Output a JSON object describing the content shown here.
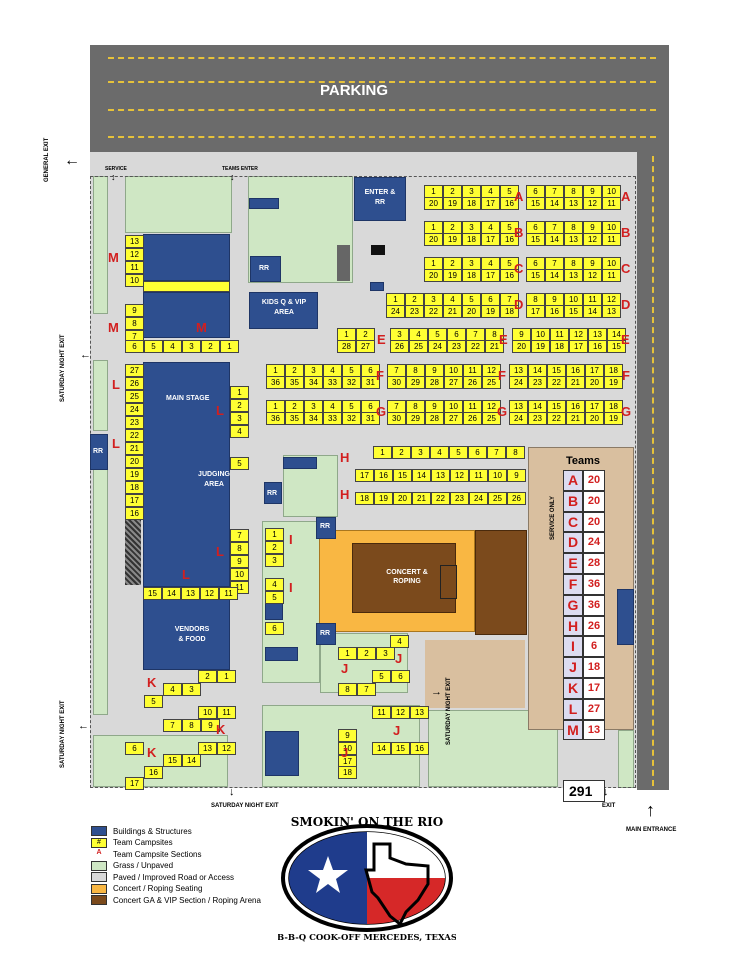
{
  "labels": {
    "parking": "PARKING",
    "general_exit": "GENERAL EXIT",
    "saturday_night_exit": "SATURDAY NIGHT EXIT",
    "service": "SERVICE",
    "teams_enter": "TEAMS ENTER",
    "enter_rr": "ENTER & RR",
    "rr": "RR",
    "kids_q": "KIDS Q & VIP AREA",
    "main_stage": "MAIN STAGE",
    "judging_area": "JUDGING AREA",
    "vendors_food": "VENDORS & FOOD",
    "concert_roping": "CONCERT & ROPING",
    "service_only": "SERVICE ONLY",
    "exit": "EXIT",
    "main_entrance": "MAIN ENTRANCE",
    "teams_header": "Teams",
    "total": "291"
  },
  "sections": {
    "A": {
      "left_top": [
        "1",
        "2",
        "3",
        "4",
        "5"
      ],
      "left_bottom": [
        "20",
        "19",
        "18",
        "17",
        "16"
      ],
      "right_top": [
        "6",
        "7",
        "8",
        "9",
        "10"
      ],
      "right_bottom": [
        "15",
        "14",
        "13",
        "12",
        "11"
      ]
    },
    "B": {
      "left_top": [
        "1",
        "2",
        "3",
        "4",
        "5"
      ],
      "left_bottom": [
        "20",
        "19",
        "18",
        "17",
        "16"
      ],
      "right_top": [
        "6",
        "7",
        "8",
        "9",
        "10"
      ],
      "right_bottom": [
        "15",
        "14",
        "13",
        "12",
        "11"
      ]
    },
    "C": {
      "left_top": [
        "1",
        "2",
        "3",
        "4",
        "5"
      ],
      "left_bottom": [
        "20",
        "19",
        "18",
        "17",
        "16"
      ],
      "right_top": [
        "6",
        "7",
        "8",
        "9",
        "10"
      ],
      "right_bottom": [
        "15",
        "14",
        "13",
        "12",
        "11"
      ]
    },
    "D": {
      "left_top": [
        "1",
        "2",
        "3",
        "4",
        "5",
        "6",
        "7"
      ],
      "left_bottom": [
        "24",
        "23",
        "22",
        "21",
        "20",
        "19",
        "18"
      ],
      "right_top": [
        "8",
        "9",
        "10",
        "11",
        "12"
      ],
      "right_bottom": [
        "17",
        "16",
        "15",
        "14",
        "13"
      ]
    },
    "E": {
      "a_top": [
        "1",
        "2"
      ],
      "a_bottom": [
        "28",
        "27"
      ],
      "b_top": [
        "3",
        "4",
        "5",
        "6",
        "7",
        "8"
      ],
      "b_bottom": [
        "26",
        "25",
        "24",
        "23",
        "22",
        "21"
      ],
      "c_top": [
        "9",
        "10",
        "11",
        "12",
        "13",
        "14"
      ],
      "c_bottom": [
        "20",
        "19",
        "18",
        "17",
        "16",
        "15"
      ]
    },
    "F": {
      "a_top": [
        "1",
        "2",
        "3",
        "4",
        "5",
        "6"
      ],
      "a_bottom": [
        "36",
        "35",
        "34",
        "33",
        "32",
        "31"
      ],
      "b_top": [
        "7",
        "8",
        "9",
        "10",
        "11",
        "12"
      ],
      "b_bottom": [
        "30",
        "29",
        "28",
        "27",
        "26",
        "25"
      ],
      "c_top": [
        "13",
        "14",
        "15",
        "16",
        "17",
        "18"
      ],
      "c_bottom": [
        "24",
        "23",
        "22",
        "21",
        "20",
        "19"
      ]
    },
    "G": {
      "a_top": [
        "1",
        "2",
        "3",
        "4",
        "5",
        "6"
      ],
      "a_bottom": [
        "36",
        "35",
        "34",
        "33",
        "32",
        "31"
      ],
      "b_top": [
        "7",
        "8",
        "9",
        "10",
        "11",
        "12"
      ],
      "b_bottom": [
        "30",
        "29",
        "28",
        "27",
        "26",
        "25"
      ],
      "c_top": [
        "13",
        "14",
        "15",
        "16",
        "17",
        "18"
      ],
      "c_bottom": [
        "24",
        "23",
        "22",
        "21",
        "20",
        "19"
      ]
    },
    "H": {
      "top": [
        "1",
        "2",
        "3",
        "4",
        "5",
        "6",
        "7",
        "8"
      ],
      "mid": [
        "17",
        "16",
        "15",
        "14",
        "13",
        "12",
        "11",
        "10",
        "9"
      ],
      "bottom": [
        "18",
        "19",
        "20",
        "21",
        "22",
        "23",
        "24",
        "25",
        "26"
      ]
    },
    "M": {
      "col_top": [
        "13",
        "12",
        "11",
        "10"
      ],
      "col_bottom": [
        "9",
        "8",
        "7"
      ],
      "bottom_row": [
        "6",
        "5",
        "4",
        "3",
        "2",
        "1"
      ]
    },
    "L": {
      "left_col": [
        "27",
        "26",
        "25",
        "24",
        "23",
        "22",
        "21",
        "20",
        "19",
        "18",
        "17",
        "16"
      ],
      "right_top": [
        "1",
        "2",
        "3",
        "4"
      ],
      "right_mid": [
        "5"
      ],
      "right_bottom": [
        "7",
        "8",
        "9",
        "10",
        "11"
      ],
      "bottom_row": [
        "15",
        "14",
        "13",
        "12",
        "11"
      ]
    },
    "I": {
      "a": [
        "1",
        "2",
        "3"
      ],
      "b": [
        "4",
        "5",
        "6"
      ]
    },
    "J": {
      "a_top": [
        "1",
        "2",
        "3"
      ],
      "a_right": [
        "4",
        "5",
        "6"
      ],
      "a_bottom": [
        "8",
        "7"
      ],
      "b_top": [
        "11",
        "12",
        "13"
      ],
      "b_mid": [
        "9",
        "10",
        "14",
        "15",
        "16",
        "17",
        "18"
      ]
    },
    "K": {
      "a": [
        "2",
        "1",
        "4",
        "3",
        "5"
      ],
      "b": [
        "10",
        "11",
        "7",
        "8",
        "9",
        "13",
        "12",
        "6",
        "15",
        "14",
        "16",
        "17"
      ]
    }
  },
  "teams": [
    {
      "letter": "A",
      "count": "20"
    },
    {
      "letter": "B",
      "count": "20"
    },
    {
      "letter": "C",
      "count": "20"
    },
    {
      "letter": "D",
      "count": "24"
    },
    {
      "letter": "E",
      "count": "28"
    },
    {
      "letter": "F",
      "count": "36"
    },
    {
      "letter": "G",
      "count": "36"
    },
    {
      "letter": "H",
      "count": "26"
    },
    {
      "letter": "I",
      "count": "6"
    },
    {
      "letter": "J",
      "count": "18"
    },
    {
      "letter": "K",
      "count": "17"
    },
    {
      "letter": "L",
      "count": "27"
    },
    {
      "letter": "M",
      "count": "13"
    }
  ],
  "legend": [
    {
      "label": "Buildings & Structures",
      "color": "#2e4f8f",
      "mark": ""
    },
    {
      "label": "Team Campsites",
      "color": "#ffff33",
      "mark": "#"
    },
    {
      "label": "Team Campsite Sections",
      "color": "#ffffff",
      "mark": "A"
    },
    {
      "label": "Grass / Unpaved",
      "color": "#cfe7c4",
      "mark": ""
    },
    {
      "label": "Paved / Improved Road or Access",
      "color": "#d9d9d9",
      "mark": ""
    },
    {
      "label": "Concert / Roping Seating",
      "color": "#f9b743",
      "mark": ""
    },
    {
      "label": "Concert GA & VIP Section / Roping Arena",
      "color": "#7b4a1c",
      "mark": ""
    }
  ],
  "logo": {
    "title": "SMOKIN' ON THE RIO",
    "subtitle": "B-B-Q COOK-OFF MERCEDES, TEXAS"
  },
  "colors": {
    "building": "#2e4f8f",
    "campsite": "#ffff33",
    "section_letter": "#d21f1f",
    "grass": "#cfe7c4",
    "paved": "#d9d9d9",
    "seating": "#f9b743",
    "arena": "#7b4a1c",
    "service_area": "#d9bf9f",
    "parking": "#6b6b6b"
  }
}
